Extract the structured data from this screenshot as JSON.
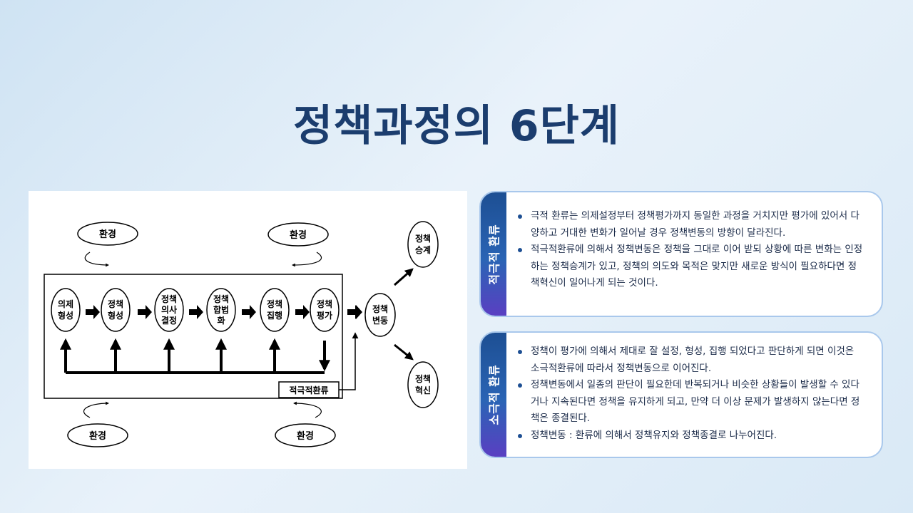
{
  "page": {
    "title": "정책과정의 6단계"
  },
  "diagram": {
    "environment_label": "환경",
    "stages": [
      {
        "line1": "의제",
        "line2": "형성"
      },
      {
        "line1": "정책",
        "line2": "형성"
      },
      {
        "line1": "정책",
        "line2": "의사",
        "line3": "결정"
      },
      {
        "line1": "정책",
        "line2": "합법",
        "line3": "화"
      },
      {
        "line1": "정책",
        "line2": "집행"
      },
      {
        "line1": "정책",
        "line2": "평가"
      }
    ],
    "change": {
      "line1": "정책",
      "line2": "변동"
    },
    "succession": {
      "line1": "정책",
      "line2": "승계"
    },
    "innovation": {
      "line1": "정책",
      "line2": "혁신"
    },
    "feedback_label": "적극적환류"
  },
  "card1": {
    "tab_label": "적극적 환류",
    "bullets": [
      "극적 환류는 의제설정부터 정책평가까지 동일한 과정을 거치지만 평가에 있어서 다양하고 거대한 변화가 일어날 경우 정책변동의 방향이 달라진다.",
      "적극적환류에 의해서 정책변동은 정책을 그대로 이어 받되 상황에 따른 변화는 인정하는 정책승계가 있고, 정책의 의도와 목적은 맞지만 새로운 방식이 필요하다면 정책혁신이 일어나게 되는 것이다."
    ]
  },
  "card2": {
    "tab_label": "소극적 환류",
    "bullets": [
      "정책이 평가에 의해서 제대로 잘 설정, 형성, 집행 되었다고 판단하게 되면 이것은 소극적환류에 따라서 정책변동으로 이어진다.",
      "정책변동에서 일종의 판단이 필요한데 반복되거나 비슷한 상황들이 발생할 수 있다거나 지속된다면 정책을 유지하게 되고, 만약 더 이상 문제가 발생하지 않는다면 정책은 종결된다.",
      "정책변동 : 환류에 의해서 정책유지와 정책종결로 나누어진다."
    ]
  }
}
